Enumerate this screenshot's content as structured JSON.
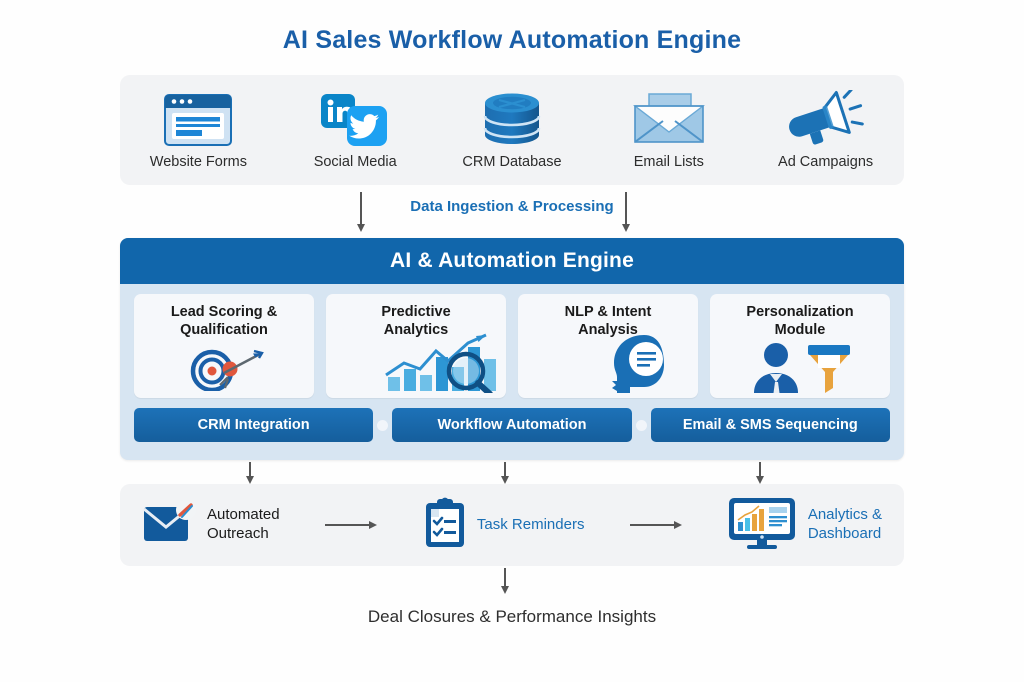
{
  "title": "AI Sales Workflow Automation Engine",
  "sources": {
    "items": [
      {
        "label": "Website Forms",
        "icon": "website-form-icon"
      },
      {
        "label": "Social Media",
        "icon": "social-media-icon"
      },
      {
        "label": "CRM Database",
        "icon": "database-icon"
      },
      {
        "label": "Email Lists",
        "icon": "envelope-icon"
      },
      {
        "label": "Ad Campaigns",
        "icon": "megaphone-icon"
      }
    ]
  },
  "ingestion": {
    "label": "Data Ingestion & Processing"
  },
  "engine": {
    "header": "AI & Automation Engine",
    "modules": [
      {
        "label": "Lead Scoring &\nQualification",
        "line1": "Lead Scoring &",
        "line2": "Qualification",
        "icon": "target-arrow-icon"
      },
      {
        "label": "Predictive Analytics",
        "line1": "Predictive",
        "line2": "Analytics",
        "icon": "bar-chart-magnifier-icon"
      },
      {
        "label": "NLP & Intent Analysis",
        "line1": "NLP & Intent",
        "line2": "Analysis",
        "icon": "head-speech-bubble-icon"
      },
      {
        "label": "Personalization Module",
        "line1": "Personalization",
        "line2": "Module",
        "icon": "person-funnel-icon"
      }
    ],
    "pills": [
      {
        "label": "CRM Integration"
      },
      {
        "label": "Workflow Automation"
      },
      {
        "label": "Email & SMS Sequencing"
      }
    ]
  },
  "outputs": {
    "items": [
      {
        "line1": "Automated",
        "line2": "Outreach",
        "icon": "envelope-pen-icon",
        "color": "dark"
      },
      {
        "line1": "Task Reminders",
        "line2": "",
        "icon": "clipboard-checklist-icon",
        "color": "blue"
      },
      {
        "line1": "Analytics &",
        "line2": "Dashboard",
        "icon": "monitor-dashboard-icon",
        "color": "blue"
      }
    ]
  },
  "footer": "Deal Closures & Performance Insights",
  "colors": {
    "title_blue": "#1a5fa8",
    "engine_header": "#1166ab",
    "engine_body": "#d7e5f2",
    "pill_blue": "#1d72b8",
    "panel_gray": "#f2f3f5",
    "accent_orange": "#e8a33d",
    "linkedin": "#0a85c8",
    "twitter": "#1da1f2"
  }
}
